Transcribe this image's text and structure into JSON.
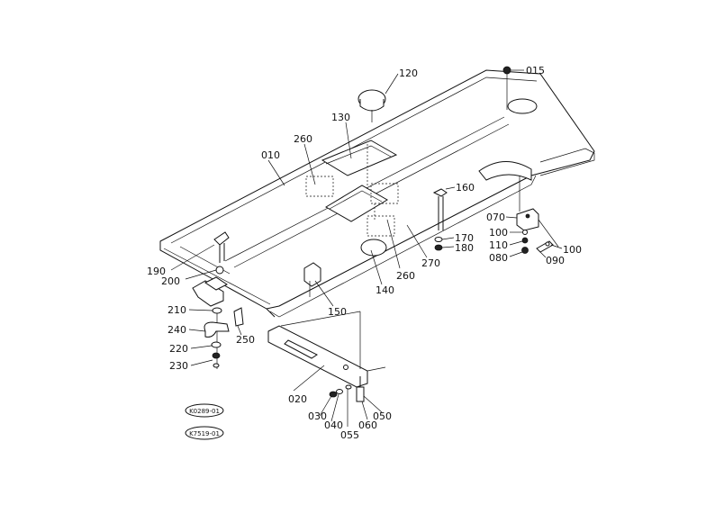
{
  "parts": {
    "p015": "015",
    "p120": "120",
    "p130": "130",
    "p260a": "260",
    "p010": "010",
    "p160": "160",
    "p070": "070",
    "p100a": "100",
    "p110": "110",
    "p100b": "100",
    "p080": "080",
    "p090": "090",
    "p170": "170",
    "p180": "180",
    "p270": "270",
    "p260b": "260",
    "p140": "140",
    "p150": "150",
    "p190": "190",
    "p200": "200",
    "p210": "210",
    "p240": "240",
    "p250": "250",
    "p220": "220",
    "p230": "230",
    "p020": "020",
    "p030": "030",
    "p040": "040",
    "p055": "055",
    "p060": "060",
    "p050": "050"
  },
  "stamps": {
    "stamp1": "K0289-01",
    "stamp2": "K7519-01"
  }
}
